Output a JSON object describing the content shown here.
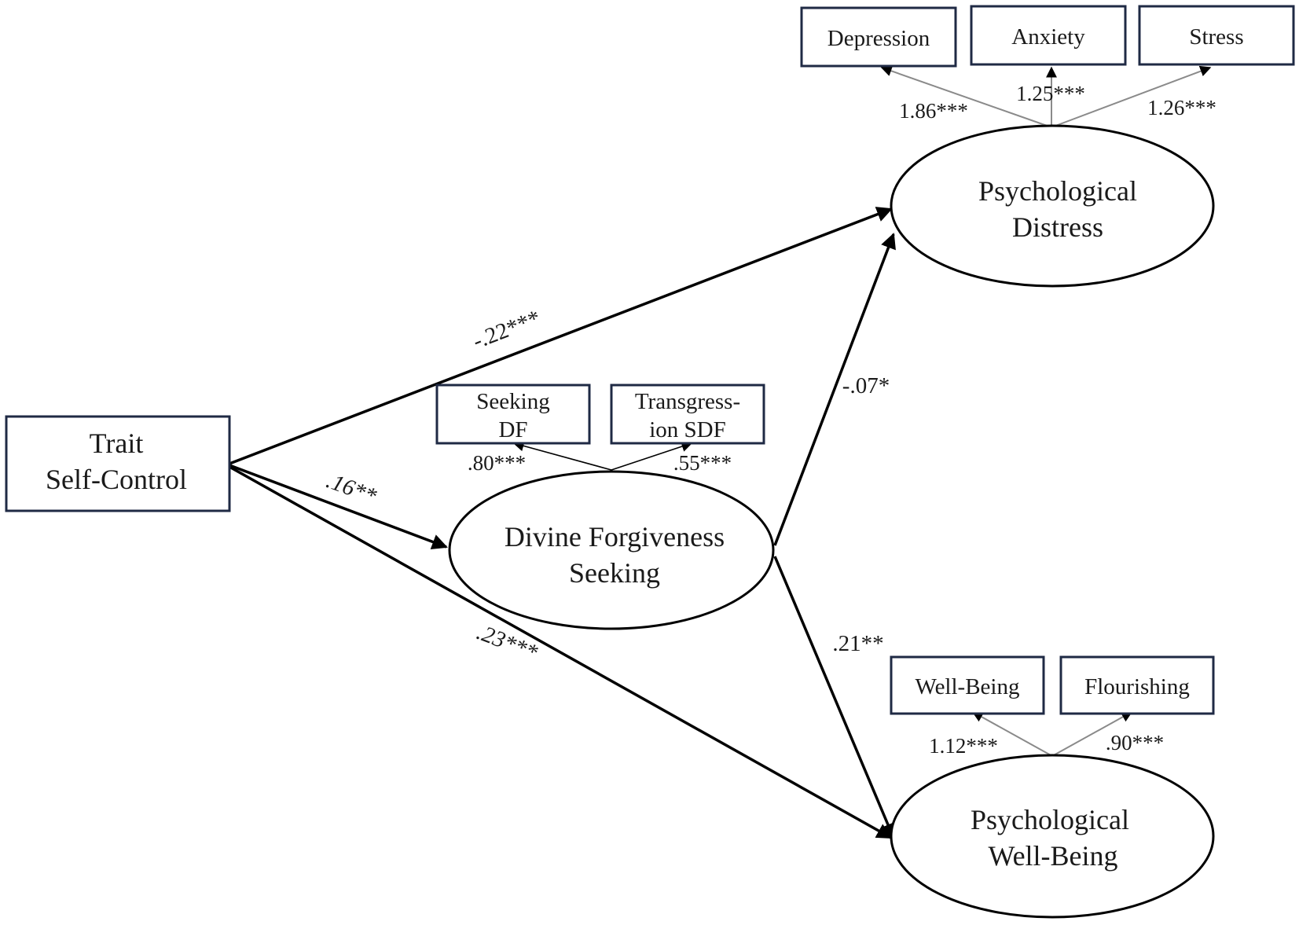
{
  "nodes": {
    "trait_self_control": {
      "lines": [
        "Trait",
        "Self-Control"
      ]
    },
    "divine_forgiveness_seeking": {
      "lines": [
        "Divine Forgiveness",
        "Seeking"
      ]
    },
    "psychological_distress": {
      "lines": [
        "Psychological",
        "Distress"
      ]
    },
    "psychological_well_being": {
      "lines": [
        "Psychological",
        "Well-Being"
      ]
    }
  },
  "indicators": {
    "depression": "Depression",
    "anxiety": "Anxiety",
    "stress": "Stress",
    "seeking_df": [
      "Seeking",
      "DF"
    ],
    "transgression_sdf": [
      "Transgress-",
      "ion SDF"
    ],
    "well_being": "Well-Being",
    "flourishing": "Flourishing"
  },
  "loadings": {
    "depression": "1.86***",
    "anxiety": "1.25***",
    "stress": "1.26***",
    "seeking_df": ".80***",
    "transgression_sdf": ".55***",
    "well_being": "1.12***",
    "flourishing": ".90***"
  },
  "paths": {
    "tsc_to_distress": "-.22***",
    "tsc_to_dfs": ".16**",
    "tsc_to_wellbeing": ".23***",
    "dfs_to_distress": "-.07*",
    "dfs_to_wellbeing": ".21**"
  },
  "colors": {
    "box_border": "#1f2a44",
    "path_line": "#000000",
    "loading_line": "#8a8a8a"
  }
}
